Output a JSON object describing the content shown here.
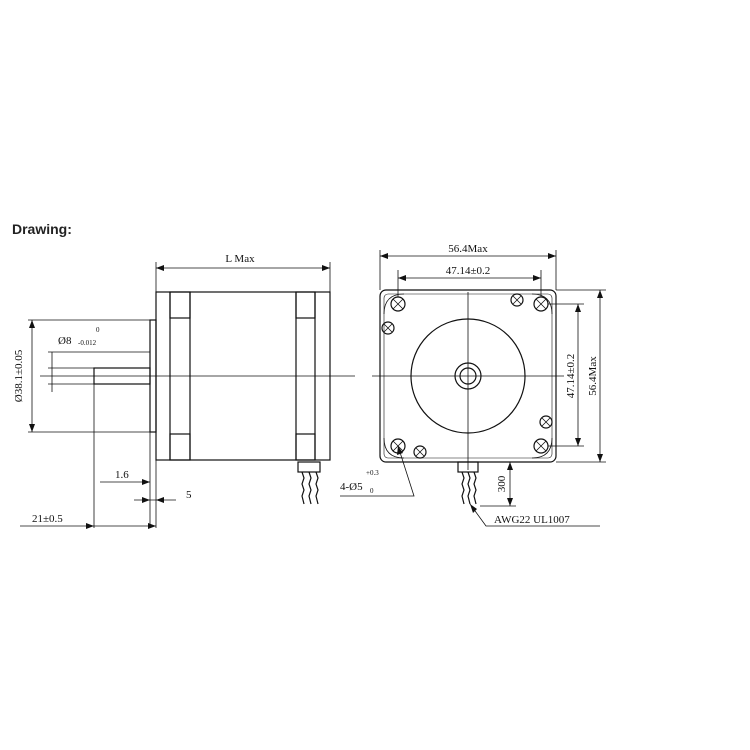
{
  "title": "Drawing:",
  "side_view": {
    "length_label": "L Max",
    "shaft_diameter_label": "Ø8",
    "shaft_tol_upper": "0",
    "shaft_tol_lower": "-0.012",
    "pilot_diameter_label": "Ø38.1±0.05",
    "flange_thickness_label": "1.6",
    "pilot_depth_label": "5",
    "shaft_length_label": "21±0.5"
  },
  "front_view": {
    "width_label": "56.4Max",
    "hole_spacing_h_label": "47.14±0.2",
    "hole_spacing_v_label": "47.14±0.2",
    "height_label": "56.4Max",
    "holes_label": "4-Ø5",
    "holes_tol_upper": "+0.3",
    "holes_tol_lower": "0",
    "lead_length_label": "300",
    "wire_label": "AWG22 UL1007"
  }
}
